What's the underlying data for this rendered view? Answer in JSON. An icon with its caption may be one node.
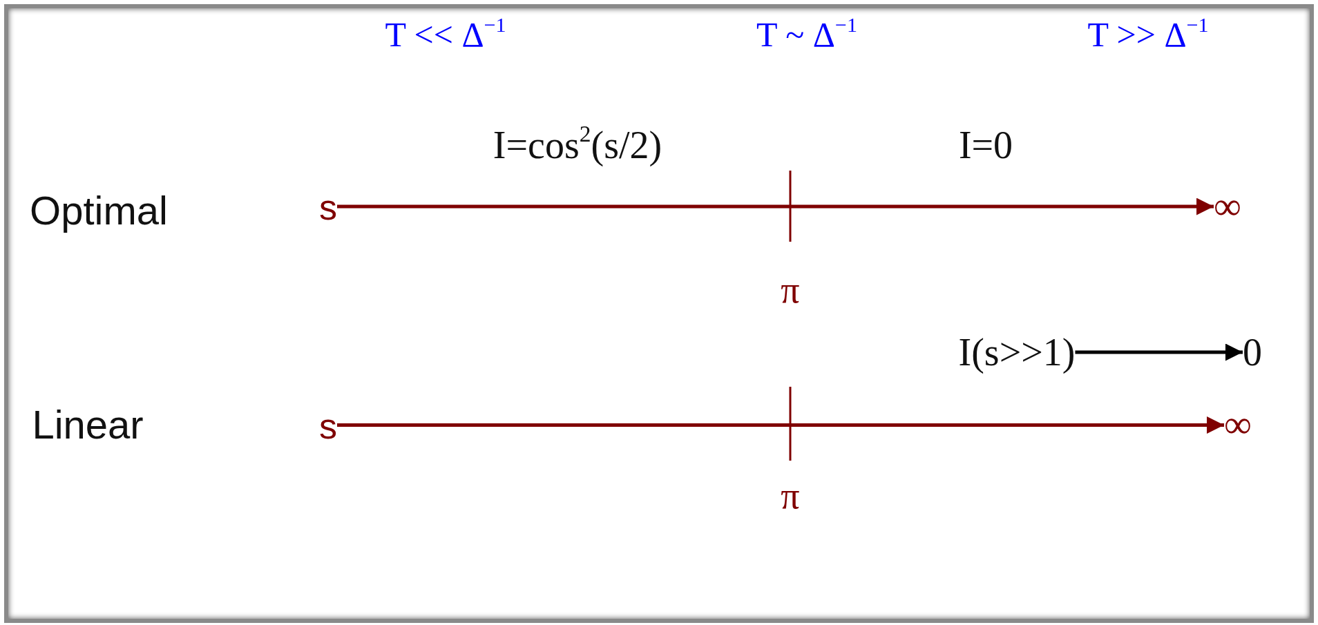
{
  "diagram": {
    "nodes": [
      {
        "text": [
          "s"
        ]
      },
      {
        "text": [
          "∞"
        ]
      },
      {
        "text": [
          "s"
        ]
      },
      {
        "text": [
          "∞"
        ]
      },
      {
        "text": [
          "I(s>>1)"
        ]
      },
      {
        "text": [
          "0"
        ]
      }
    ],
    "edges": [
      {
        "from": 0,
        "to": 1,
        "arrow": "to"
      },
      {
        "from": 2,
        "to": 3,
        "arrow": "to"
      },
      {
        "from": 4,
        "to": 5,
        "arrow": "to",
        "color": "#000000"
      }
    ],
    "labels": [
      "T << Δ$^{−1}$",
      "T ~ Δ$^{−1}$",
      "T >> Δ$^{−1}$",
      "I=cos$^{2}$(s/2)",
      "I=0",
      "Optimal",
      "π",
      "Linear",
      "π"
    ]
  }
}
